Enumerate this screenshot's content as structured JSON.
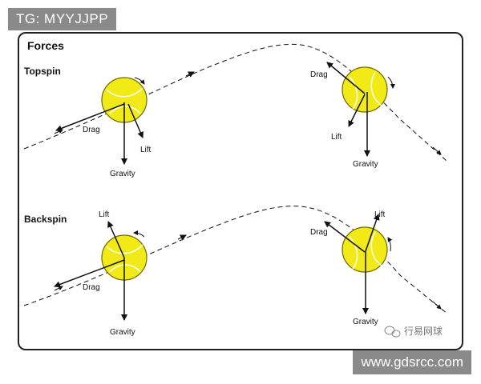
{
  "overlay": {
    "tag": "TG: MYYJJPP",
    "site": "www.gdsrcc.com",
    "watermark": "行易网球"
  },
  "diagram": {
    "title": "Forces",
    "topspin": {
      "header": "Topspin",
      "left": {
        "drag": "Drag",
        "lift": "Lift",
        "gravity": "Gravity"
      },
      "right": {
        "drag": "Drag",
        "lift": "Lift",
        "gravity": "Gravity"
      }
    },
    "backspin": {
      "header": "Backspin",
      "left": {
        "drag": "Drag",
        "lift": "Lift",
        "gravity": "Gravity"
      },
      "right": {
        "drag": "Drag",
        "lift": "Lift",
        "gravity": "Gravity"
      }
    }
  },
  "colors": {
    "ball": "#f2ea16",
    "ball_stroke": "#6e6a00",
    "ink": "#111111",
    "panel_border": "#222222",
    "badge": "#8a8a8a"
  }
}
